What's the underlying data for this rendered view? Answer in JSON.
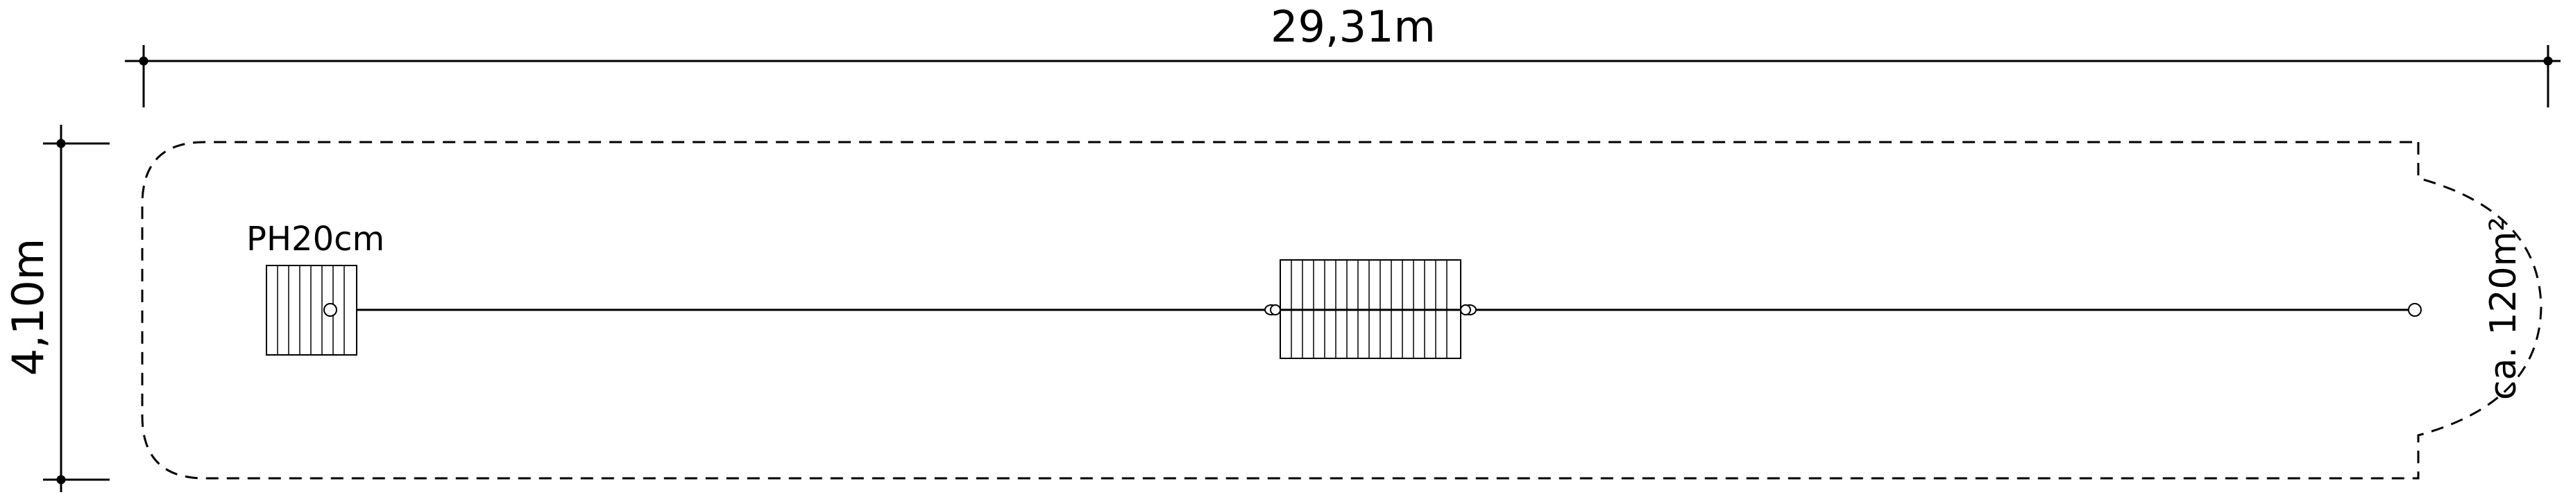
{
  "dimensions": {
    "length_label": "29,31m",
    "width_label": "4,10m"
  },
  "labels": {
    "height_label": "PH20cm",
    "area_label": "ca. 120m²"
  },
  "colors": {
    "line": "#000000",
    "background": "#ffffff"
  }
}
